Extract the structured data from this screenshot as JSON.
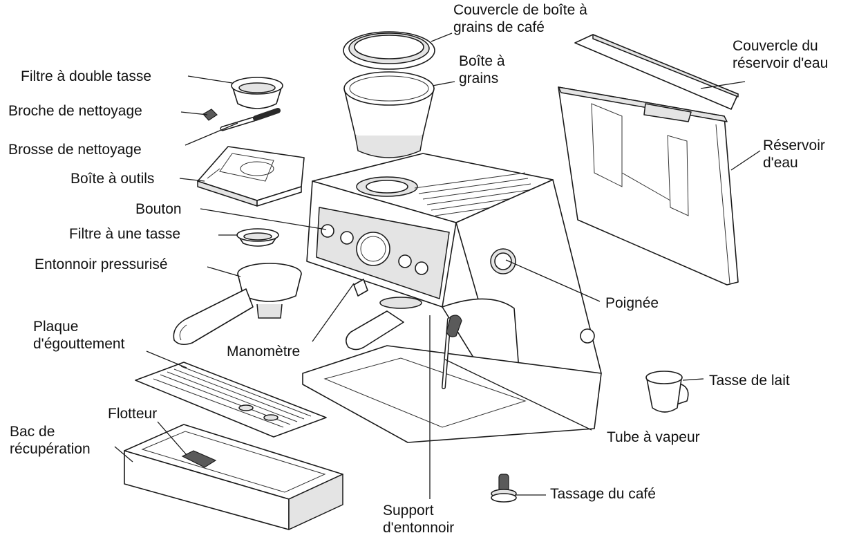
{
  "labels": {
    "couvercle_boite_grains": "Couvercle de boîte à\ngrains de café",
    "boite_grains": "Boîte à\ngrains",
    "couvercle_reservoir": "Couvercle du\nréservoir d'eau",
    "reservoir_eau": "Réservoir\nd'eau",
    "filtre_double": "Filtre à double tasse",
    "broche_nettoyage": "Broche de nettoyage",
    "brosse_nettoyage": "Brosse de nettoyage",
    "boite_outils": "Boîte à outils",
    "bouton": "Bouton",
    "filtre_une": "Filtre à une tasse",
    "entonnoir": "Entonnoir pressurisé",
    "poignee": "Poignée",
    "plaque": "Plaque\nd'égouttement",
    "manometre": "Manomètre",
    "tasse_lait": "Tasse de lait",
    "flotteur": "Flotteur",
    "bac": "Bac de\nrécupération",
    "tube_vapeur": "Tube à vapeur",
    "tassage": "Tassage du café",
    "support": "Support\nd'entonnoir"
  }
}
